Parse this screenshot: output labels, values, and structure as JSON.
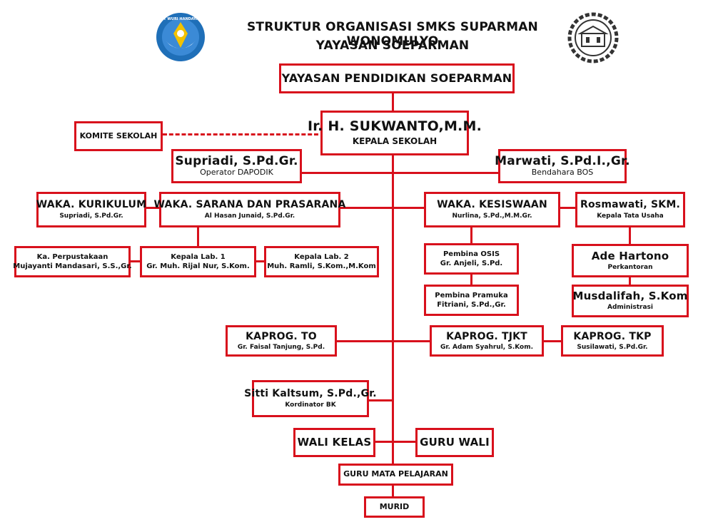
{
  "header": {
    "title": "STRUKTUR ORGANISASI SMKS SUPARMAN WONOMULYO",
    "subtitle": "YAYASAN SOEPARMAN",
    "left_logo_text": "TUT WURI HANDAYANI",
    "right_logo_icon": "school-building-logo"
  },
  "nodes": {
    "yayasan": {
      "name": "YAYASAN PENDIDIKAN SOEPARMAN"
    },
    "kepsek": {
      "name": "Ir. H. SUKWANTO,M.M.",
      "role": "KEPALA SEKOLAH"
    },
    "komite": {
      "name": "KOMITE SEKOLAH"
    },
    "operator": {
      "name": "Supriadi, S.Pd.Gr.",
      "role": "Operator DAPODIK"
    },
    "bendahara": {
      "name": "Marwati, S.Pd.I.,Gr.",
      "role": "Bendahara BOS"
    },
    "waka_kurikulum": {
      "name": "WAKA. KURIKULUM",
      "role": "Supriadi, S.Pd.Gr."
    },
    "waka_sarpras": {
      "name": "WAKA. SARANA DAN PRASARANA",
      "role": "Al Hasan Junaid, S.Pd.Gr."
    },
    "waka_kesiswaan": {
      "name": "WAKA. KESISWAAN",
      "role": "Nurlina, S.Pd.,M.M.Gr."
    },
    "kepala_tu": {
      "name": "Rosmawati, SKM.",
      "role": "Kepala Tata Usaha"
    },
    "perpustakaan": {
      "name": "Ka. Perpustakaan",
      "role": "Mujayanti Mandasari, S.S.,Gr."
    },
    "kepala_lab1": {
      "name": "Kepala Lab. 1",
      "role": "Gr. Muh. Rijal Nur, S.Kom."
    },
    "kepala_lab2": {
      "name": "Kepala Lab. 2",
      "role": "Muh. Ramli, S.Kom.,M.Kom"
    },
    "pembina_osis": {
      "name": "Pembina OSIS",
      "role": "Gr. Anjeli, S.Pd."
    },
    "pembina_pramuka": {
      "name": "Pembina Pramuka",
      "role": "Fitriani, S.Pd.,Gr."
    },
    "perkantoran": {
      "name": "Ade Hartono",
      "role": "Perkantoran"
    },
    "administrasi": {
      "name": "Musdalifah, S.Kom",
      "role": "Administrasi"
    },
    "kaprog_to": {
      "name": "KAPROG. TO",
      "role": "Gr. Faisal Tanjung, S.Pd."
    },
    "kaprog_tjkt": {
      "name": "KAPROG. TJKT",
      "role": "Gr. Adam Syahrul, S.Kom."
    },
    "kaprog_tkp": {
      "name": "KAPROG. TKP",
      "role": "Susilawati, S.Pd.Gr."
    },
    "bk": {
      "name": "Sitti Kaltsum, S.Pd.,Gr.",
      "role": "Kordinator BK"
    },
    "wali_kelas": {
      "name": "WALI KELAS"
    },
    "guru_wali": {
      "name": "GURU WALI"
    },
    "guru_mapel": {
      "name": "GURU MATA PELAJARAN"
    },
    "murid": {
      "name": "MURID"
    }
  },
  "colors": {
    "accent": "#d8101c",
    "logo_blue": "#1f6fb8",
    "logo_yellow": "#f3c200"
  }
}
